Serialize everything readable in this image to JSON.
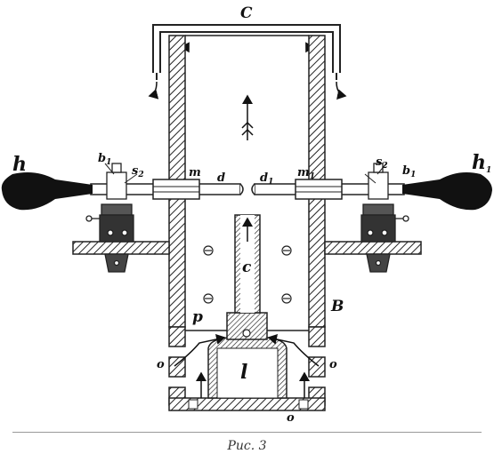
{
  "labels": {
    "C": "C",
    "h_left": "h",
    "h_right": "h",
    "h_right_sub": "1",
    "b_left": "b",
    "b_left_sub": "1",
    "b_right": "b",
    "b_right_sub": "1",
    "s_left": "s",
    "s_left_sub": "2",
    "s_right": "s",
    "s_right_sub": "2",
    "m_left": "m",
    "m_right": "m",
    "m_right_sub": "1",
    "d_left": "d",
    "d_right": "d",
    "d_right_sub": "1",
    "c": "c",
    "p": "p",
    "B": "B",
    "l": "l",
    "o_left": "o",
    "o_right": "o",
    "o_bottom": "o"
  },
  "caption": "Рис. 3"
}
